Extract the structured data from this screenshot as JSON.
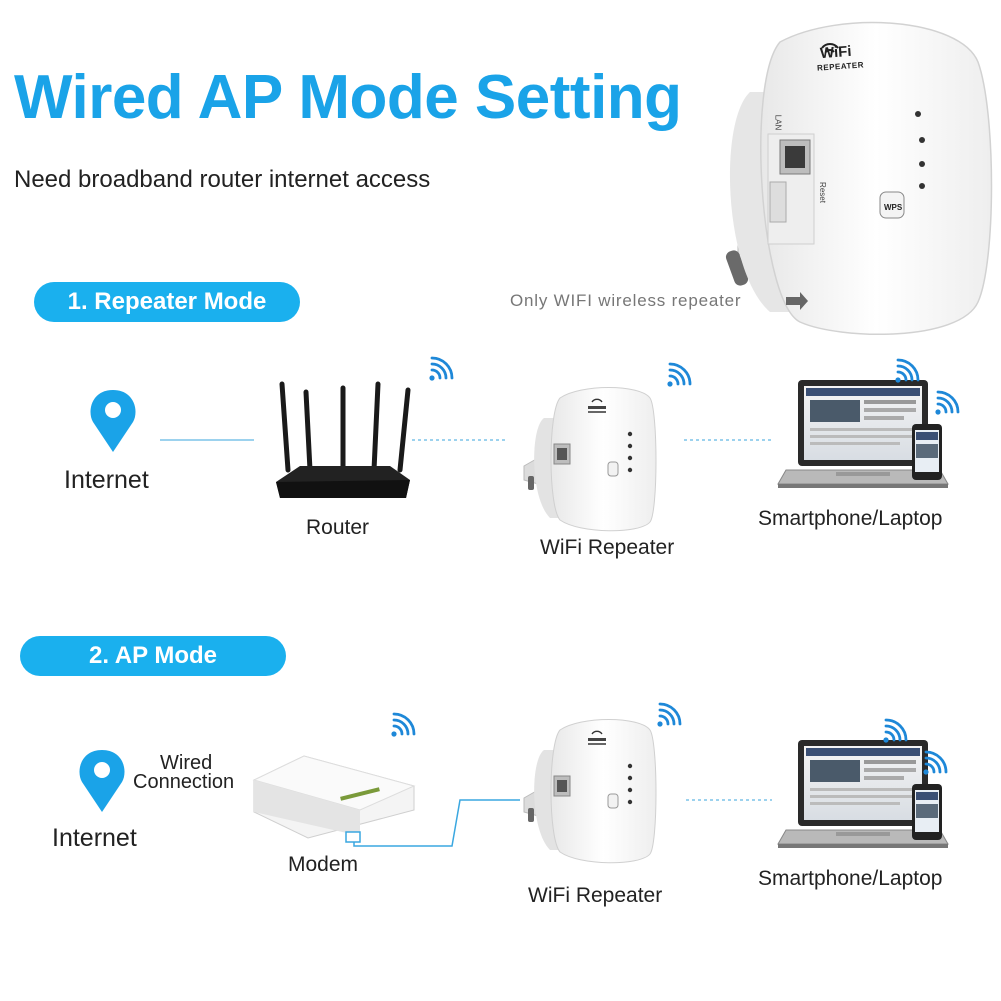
{
  "title": "Wired AP Mode Setting",
  "subtitle": "Need broadband router internet access",
  "product": {
    "logo_top": "WiFi",
    "logo_bottom": "REPEATER",
    "port_lan": "LAN",
    "port_reset": "Reset",
    "wps": "WPS"
  },
  "note": "Only WIFI wireless repeater",
  "repeater_mode": {
    "heading": "1. Repeater Mode",
    "internet": "Internet",
    "router": "Router",
    "repeater": "WiFi Repeater",
    "clients": "Smartphone/Laptop"
  },
  "ap_mode": {
    "heading": "2. AP Mode",
    "internet": "Internet",
    "wired_line1": "Wired",
    "wired_line2": "Connection",
    "modem": "Modem",
    "repeater": "WiFi Repeater",
    "clients": "Smartphone/Laptop"
  },
  "colors": {
    "accent": "#1aa3e8",
    "pill": "#1ab0ee",
    "wifi": "#1e88d8"
  }
}
